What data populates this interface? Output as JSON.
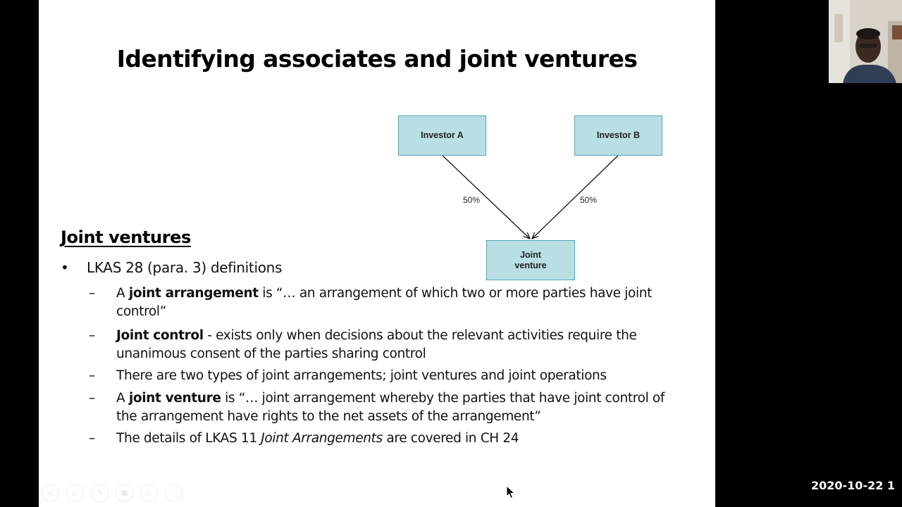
{
  "slide": {
    "title": "Identifying associates and joint ventures",
    "diagram": {
      "investor_a": "Investor A",
      "investor_b": "Investor B",
      "joint_venture": "Joint venture",
      "share_a": "50%",
      "share_b": "50%",
      "box_fill": "#b9dfe5",
      "box_border": "#54a6b8"
    },
    "section_heading": "Joint ventures",
    "bullet": {
      "marker": "•",
      "text": "LKAS 28 (para. 3) definitions"
    },
    "sub_items": [
      {
        "marker": "–",
        "pre": "A ",
        "term": "joint arrangement",
        "post": " is “… an arrangement of which two or more parties have joint control”"
      },
      {
        "marker": "–",
        "pre": "",
        "term": "Joint control",
        "post": " - exists only when decisions about the relevant activities require the unanimous consent of the parties sharing control"
      },
      {
        "marker": "–",
        "text": "There are two types of joint arrangements; joint ventures and joint operations"
      },
      {
        "marker": "–",
        "pre": "A ",
        "term": "joint venture",
        "post": " is “… joint arrangement whereby the parties that have joint control of the arrangement have rights to the net assets of the arrangement”"
      },
      {
        "marker": "–",
        "pre": "The details of LKAS 11 ",
        "italic": "Joint Arrangements",
        "post": " are covered in CH 24"
      }
    ]
  },
  "overlay": {
    "timestamp": "2020-10-22 1"
  },
  "controls": [
    {
      "icon": "previous-slide-icon",
      "glyph": "◁"
    },
    {
      "icon": "next-slide-icon",
      "glyph": "▷"
    },
    {
      "icon": "pen-icon",
      "glyph": "✎"
    },
    {
      "icon": "slides-overview-icon",
      "glyph": "▦"
    },
    {
      "icon": "zoom-icon",
      "glyph": "⌕"
    },
    {
      "icon": "more-options-icon",
      "glyph": "⋯"
    }
  ]
}
